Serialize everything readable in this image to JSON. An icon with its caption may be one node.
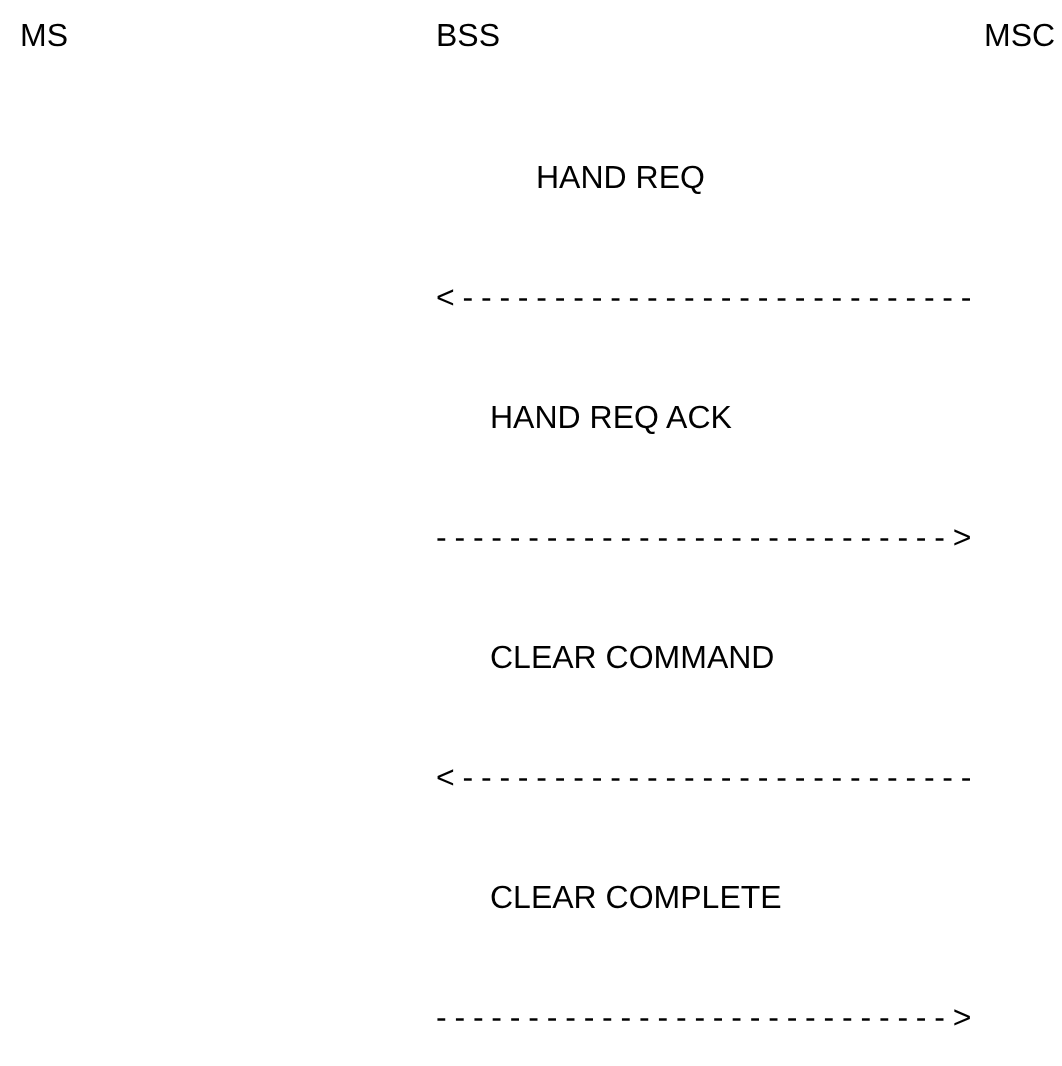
{
  "diagram": {
    "labels": [
      "MS",
      "BSS",
      "MSC",
      "HAND REQ",
      "<----------------------------",
      "HAND REQ ACK",
      "---------------------------->",
      "CLEAR COMMAND",
      "<----------------------------",
      "CLEAR COMPLETE",
      "---------------------------->"
    ]
  }
}
